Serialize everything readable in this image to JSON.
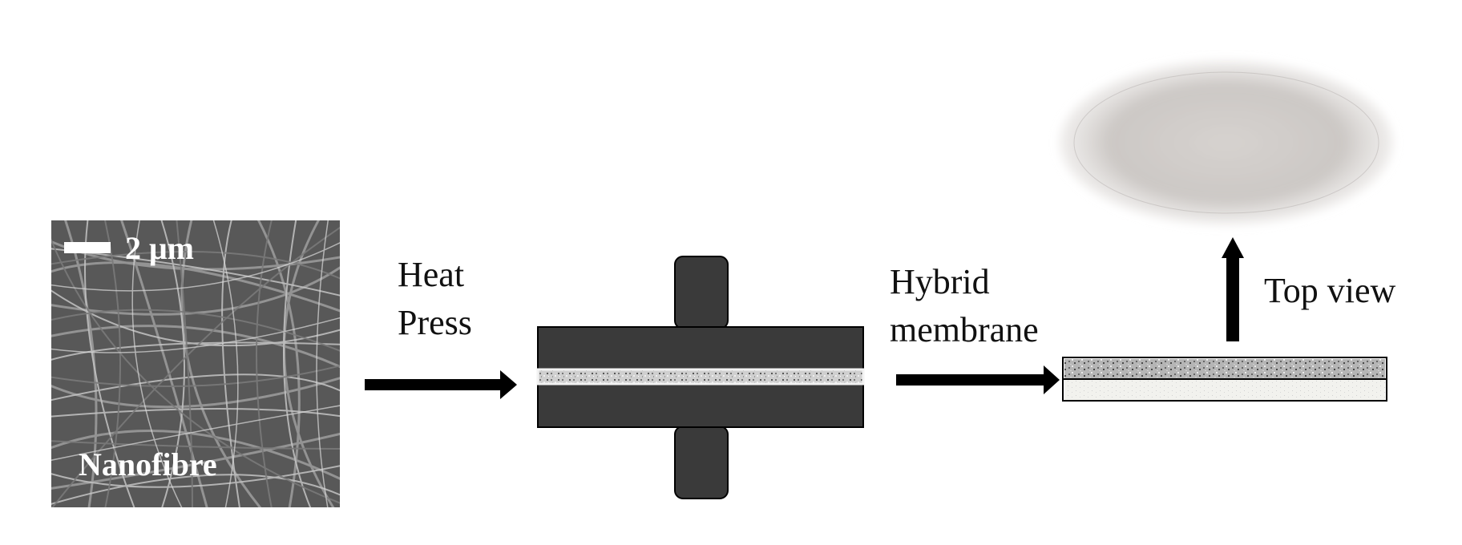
{
  "sem": {
    "scale_text": "2 μm",
    "caption": "Nanofibre"
  },
  "labels": {
    "heat_press_line1": "Heat",
    "heat_press_line2": "Press",
    "hybrid_line1": "Hybrid",
    "hybrid_line2": "membrane",
    "top_view": "Top view"
  },
  "colors": {
    "press_plate": "#3a3a3a",
    "arrow": "#000000",
    "sem_background": "#5a5a5a"
  }
}
